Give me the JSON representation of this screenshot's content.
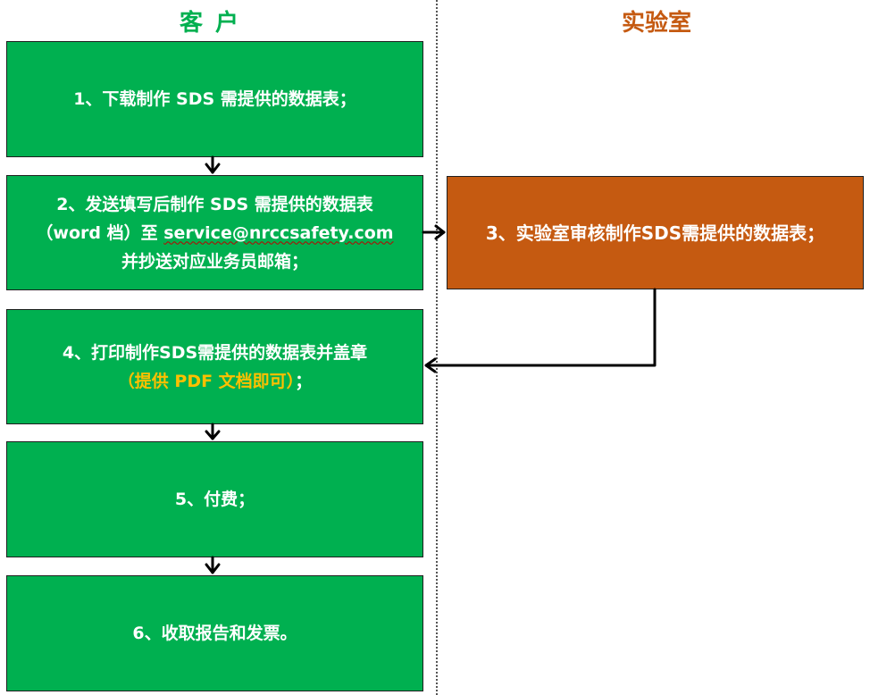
{
  "lanes": {
    "customer": "客户",
    "lab": "实验室"
  },
  "steps": {
    "step1": {
      "text": "1、下载制作 SDS 需提供的数据表；"
    },
    "step2": {
      "line1": "2、发送填写后制作 SDS 需提供的数据表",
      "line2_prefix": "（word 档）至 ",
      "line2_email": "service@nrccsafety.com",
      "line3": "并抄送对应业务员邮箱；"
    },
    "step3": {
      "text": "3、实验室审核制作SDS需提供的数据表；"
    },
    "step4": {
      "line1": "4、打印制作SDS需提供的数据表并盖章",
      "line2_highlight": "（提供 PDF 文档即可）",
      "line2_suffix": "；"
    },
    "step5": {
      "text": "5、付费；"
    },
    "step6": {
      "text": "6、收取报告和发票。"
    }
  },
  "colors": {
    "customer_box": "#00b050",
    "lab_box": "#c55a11",
    "customer_title": "#00b050",
    "lab_title": "#c55a11",
    "highlight_text": "#ffc000",
    "arrow": "#000000"
  }
}
